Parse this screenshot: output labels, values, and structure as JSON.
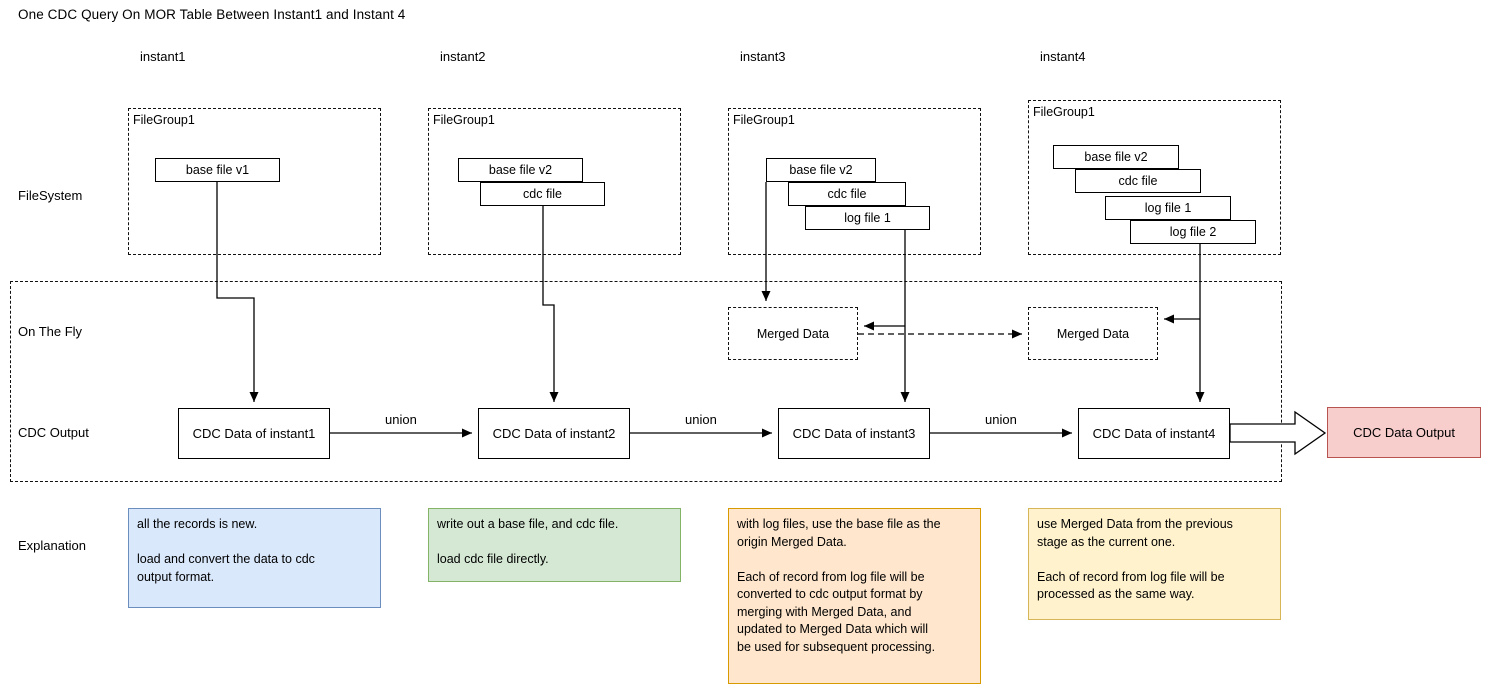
{
  "title": "One CDC Query On MOR Table Between Instant1 and Instant 4",
  "column_labels": [
    {
      "id": "instant1",
      "text": "instant1"
    },
    {
      "id": "instant2",
      "text": "instant2"
    },
    {
      "id": "instant3",
      "text": "instant3"
    },
    {
      "id": "instant4",
      "text": "instant4"
    }
  ],
  "row_labels": [
    {
      "id": "filesystem",
      "text": "FileSystem"
    },
    {
      "id": "on-the-fly",
      "text": "On The Fly"
    },
    {
      "id": "cdc-output",
      "text": "CDC Output"
    },
    {
      "id": "explanation",
      "text": "Explanation"
    }
  ],
  "filegroups": [
    {
      "id": "fg1",
      "title": "FileGroup1",
      "files": [
        "base file v1"
      ]
    },
    {
      "id": "fg2",
      "title": "FileGroup1",
      "files": [
        "base file v2",
        "cdc file"
      ]
    },
    {
      "id": "fg3",
      "title": "FileGroup1",
      "files": [
        "base file v2",
        "cdc file",
        "log file 1"
      ]
    },
    {
      "id": "fg4",
      "title": "FileGroup1",
      "files": [
        "base file v2",
        "cdc file",
        "log file 1",
        "log file 2"
      ]
    }
  ],
  "files": {
    "base_v1": "base file v1",
    "base_v2": "base file v2",
    "cdc_file": "cdc file",
    "log1": "log file 1",
    "log2": "log file 2"
  },
  "merged_data": [
    {
      "id": "merged-instant3",
      "text": "Merged Data"
    },
    {
      "id": "merged-instant4",
      "text": "Merged Data"
    }
  ],
  "cdc_boxes": [
    {
      "id": "cdc-instant1",
      "text": "CDC Data of instant1"
    },
    {
      "id": "cdc-instant2",
      "text": "CDC Data of instant2"
    },
    {
      "id": "cdc-instant3",
      "text": "CDC Data of instant3"
    },
    {
      "id": "cdc-instant4",
      "text": "CDC Data of instant4"
    }
  ],
  "union_labels": [
    "union",
    "union",
    "union"
  ],
  "output": {
    "label": "CDC Data Output",
    "fill": "#f8cecc",
    "stroke": "#b85450"
  },
  "explanations": [
    {
      "id": "explain-instant1",
      "text": "all the records is new.\n\nload and convert the data to cdc\noutput format.",
      "fill": "#dae8fc",
      "stroke": "#6c8ebf"
    },
    {
      "id": "explain-instant2",
      "text": "write out a base file, and cdc file.\n\nload cdc file directly.",
      "fill": "#d5e8d4",
      "stroke": "#82b366"
    },
    {
      "id": "explain-instant3",
      "text": "with log files, use the base file as the\norigin Merged Data.\n\nEach of record from log file will be\nconverted to cdc output format by\nmerging with Merged Data, and\nupdated to Merged Data which will\nbe used for subsequent processing.",
      "fill": "#ffe6cc",
      "stroke": "#d79b00"
    },
    {
      "id": "explain-instant4",
      "text": "use Merged Data from the previous\nstage as the current one.\n\nEach of record from log file will be\nprocessed as the same way.",
      "fill": "#fff2cc",
      "stroke": "#d6b656"
    }
  ],
  "colors": {
    "line": "#000000",
    "dashed_border": "#111111"
  }
}
